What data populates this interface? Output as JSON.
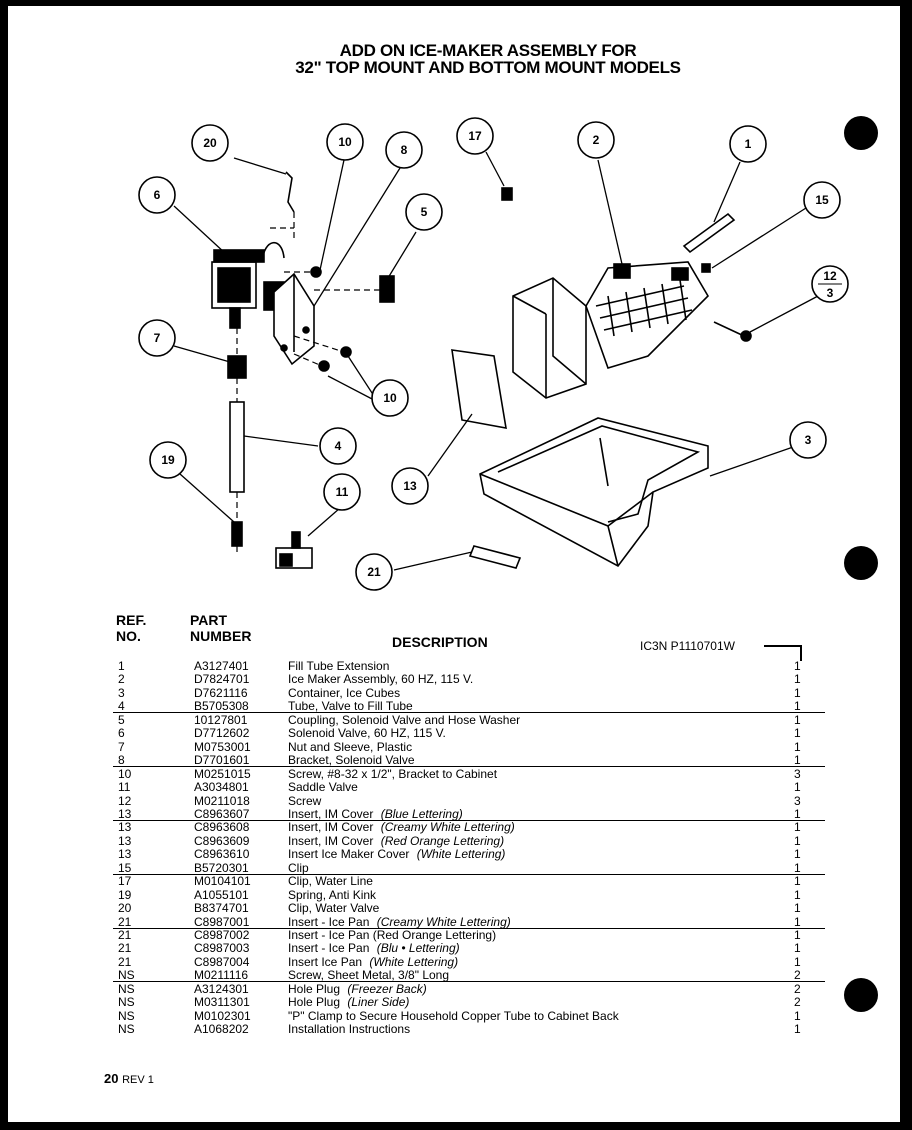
{
  "title": {
    "line1": "ADD ON ICE-MAKER ASSEMBLY FOR",
    "line2": "32\" TOP MOUNT AND BOTTOM MOUNT MODELS"
  },
  "callouts": {
    "c20": "20",
    "c6": "6",
    "c10a": "10",
    "c8": "8",
    "c5": "5",
    "c7": "7",
    "c10b": "10",
    "c4": "4",
    "c19": "19",
    "c11": "11",
    "c17": "17",
    "c2": "2",
    "c1": "1",
    "c15": "15",
    "c12": "12",
    "c3b": "3",
    "c3": "3",
    "c13": "13",
    "c21": "21"
  },
  "table": {
    "headers": {
      "ref_line1": "REF.",
      "ref_line2": "NO.",
      "part_line1": "PART",
      "part_line2": "NUMBER",
      "description": "DESCRIPTION"
    },
    "doc_code": "IC3N  P1110701W",
    "rows": [
      {
        "ref": "1",
        "part": "A3127401",
        "desc": "Fill Tube Extension",
        "qty": "1"
      },
      {
        "ref": "2",
        "part": "D7824701",
        "desc": "Ice Maker Assembly, 60 HZ, 115 V.",
        "qty": "1"
      },
      {
        "ref": "3",
        "part": "D7621116",
        "desc": "Container, Ice Cubes",
        "qty": "1"
      },
      {
        "ref": "4",
        "part": "B5705308",
        "desc": "Tube, Valve to Fill Tube",
        "qty": "1"
      },
      {
        "ref": "5",
        "part": "10127801",
        "desc": "Coupling, Solenoid Valve and Hose Washer",
        "qty": "1"
      },
      {
        "ref": "6",
        "part": "D7712602",
        "desc": "Solenoid Valve, 60 HZ, 115 V.",
        "qty": "1"
      },
      {
        "ref": "7",
        "part": "M0753001",
        "desc": "Nut and Sleeve, Plastic",
        "qty": "1"
      },
      {
        "ref": "8",
        "part": "D7701601",
        "desc": "Bracket, Solenoid Valve",
        "qty": "1"
      },
      {
        "ref": "10",
        "part": "M0251015",
        "desc": "Screw, #8-32 x 1/2\", Bracket to Cabinet",
        "qty": "3"
      },
      {
        "ref": "11",
        "part": "A3034801",
        "desc": "Saddle Valve",
        "qty": "1"
      },
      {
        "ref": "12",
        "part": "M0211018",
        "desc": "Screw",
        "qty": "3"
      },
      {
        "ref": "13",
        "part": "C8963607",
        "desc": "Insert, IM Cover",
        "note": "(Blue Lettering)",
        "qty": "1"
      },
      {
        "ref": "13",
        "part": "C8963608",
        "desc": "Insert, IM Cover",
        "note": "(Creamy White Lettering)",
        "qty": "1"
      },
      {
        "ref": "13",
        "part": "C8963609",
        "desc": "Insert, IM Cover",
        "note": "(Red Orange Lettering)",
        "qty": "1"
      },
      {
        "ref": "13",
        "part": "C8963610",
        "desc": "Insert Ice Maker Cover",
        "note": "(White Lettering)",
        "qty": "1"
      },
      {
        "ref": "15",
        "part": "B5720301",
        "desc": "Clip",
        "qty": "1"
      },
      {
        "ref": "17",
        "part": "M0104101",
        "desc": "Clip, Water Line",
        "qty": "1"
      },
      {
        "ref": "19",
        "part": "A1055101",
        "desc": "Spring, Anti Kink",
        "qty": "1"
      },
      {
        "ref": "20",
        "part": "B8374701",
        "desc": "Clip, Water Valve",
        "qty": "1"
      },
      {
        "ref": "21",
        "part": "C8987001",
        "desc": "Insert - Ice Pan",
        "note": "(Creamy White Lettering)",
        "qty": "1"
      },
      {
        "ref": "21",
        "part": "C8987002",
        "desc": "Insert - Ice Pan (Red Orange Lettering)",
        "qty": "1"
      },
      {
        "ref": "21",
        "part": "C8987003",
        "desc": "Insert - Ice Pan",
        "note": "(Blu • Lettering)",
        "qty": "1"
      },
      {
        "ref": "21",
        "part": "C8987004",
        "desc": "Insert Ice Pan",
        "note": "(White Lettering)",
        "qty": "1"
      },
      {
        "ref": "NS",
        "part": "M0211116",
        "desc": "Screw, Sheet Metal, 3/8\" Long",
        "qty": "2"
      },
      {
        "ref": "NS",
        "part": "A3124301",
        "desc": "Hole Plug",
        "note": "(Freezer Back)",
        "qty": "2"
      },
      {
        "ref": "NS",
        "part": "M0311301",
        "desc": "Hole Plug",
        "note": "(Liner Side)",
        "qty": "2"
      },
      {
        "ref": "NS",
        "part": "M0102301",
        "desc": "\"P\" Clamp to Secure Household Copper Tube to Cabinet Back",
        "qty": "1"
      },
      {
        "ref": "NS",
        "part": "A1068202",
        "desc": "Installation Instructions",
        "qty": "1"
      }
    ]
  },
  "footer": {
    "page": "20",
    "rev": "REV  1"
  }
}
